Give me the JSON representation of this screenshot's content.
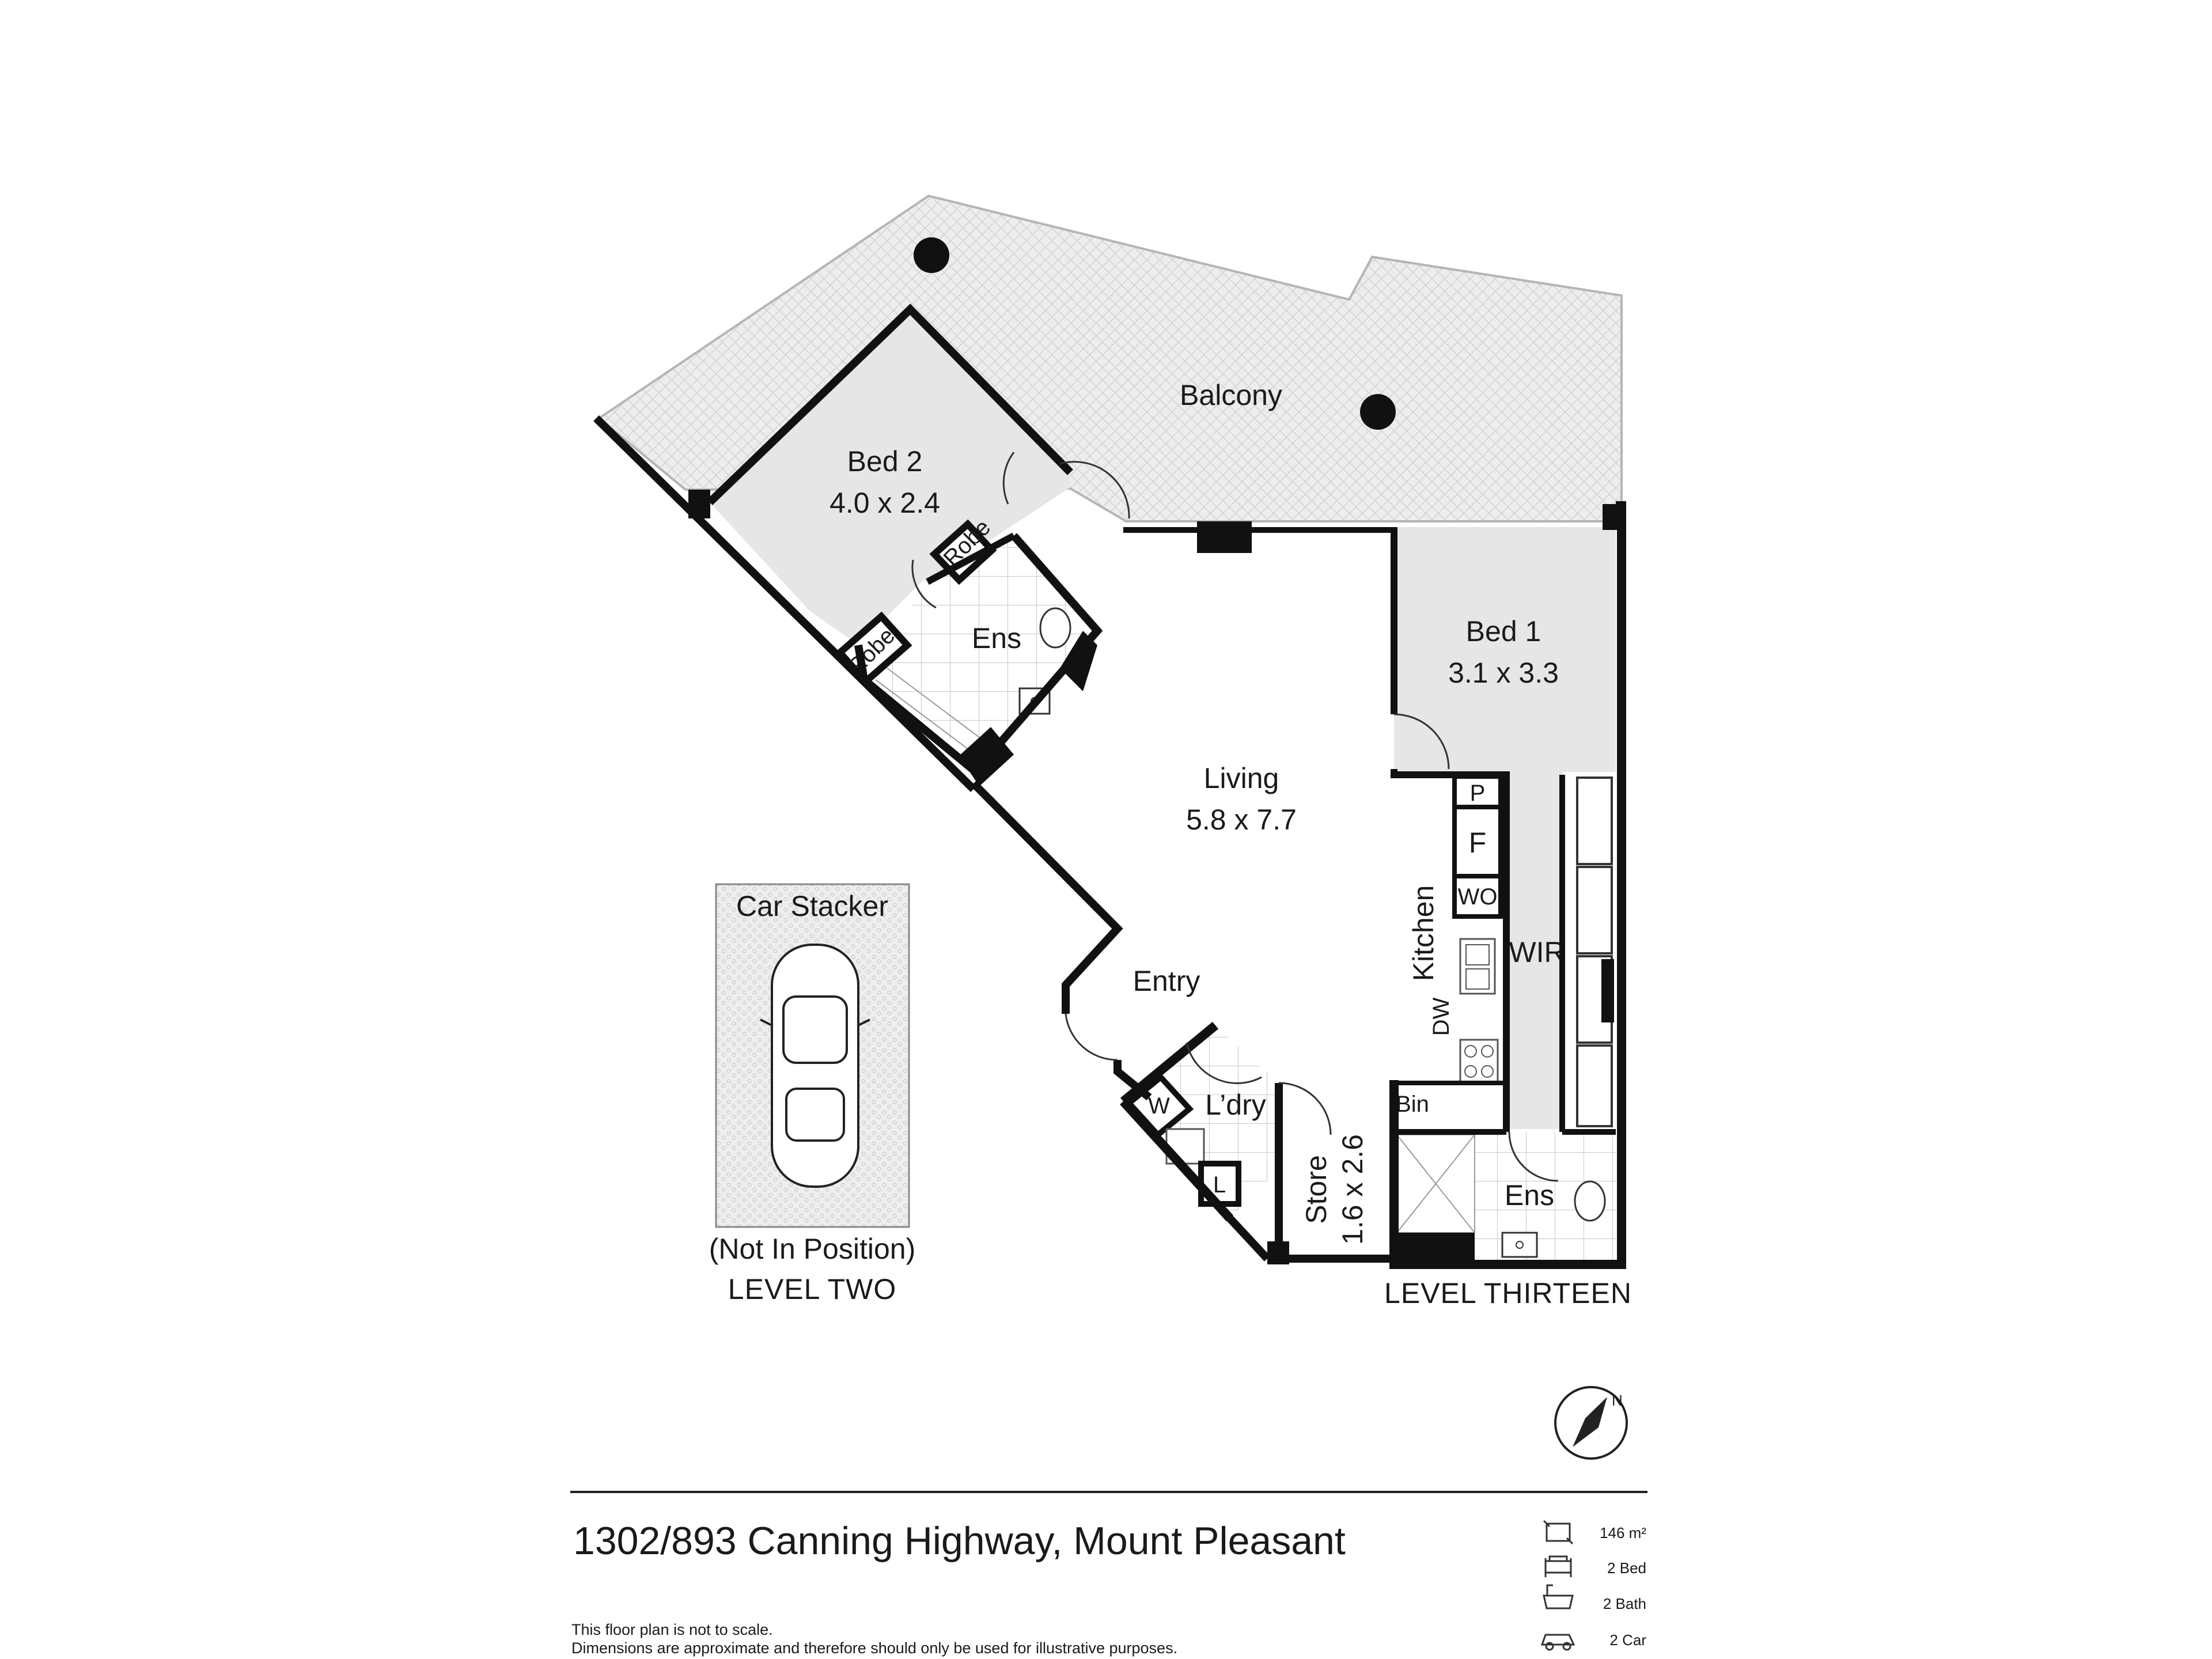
{
  "rooms": {
    "balcony": "Balcony",
    "bed2": "Bed 2",
    "bed2_size": "4.0 x 2.4",
    "robe": "Robe",
    "ensuite": "Ens",
    "living": "Living",
    "living_size": "5.8 x 7.7",
    "bed1": "Bed 1",
    "bed1_size": "3.1 x 3.3",
    "kitchen": "Kitchen",
    "wir": "WIR",
    "pantry": "P",
    "fridge": "F",
    "wall_oven": "WO",
    "dishwasher": "DW",
    "bin": "Bin",
    "entry": "Entry",
    "laundry": "L’dry",
    "washer": "W",
    "linen": "L",
    "store": "Store",
    "store_size": "1.6 x 2.6",
    "car_stacker": "Car Stacker"
  },
  "levels": {
    "car_note": "(Not In Position)",
    "level_two": "LEVEL TWO",
    "level_thirteen": "LEVEL THIRTEEN"
  },
  "compass": {
    "north": "N"
  },
  "footer": {
    "address": "1302/893 Canning Highway, Mount Pleasant",
    "disclaimer_1": "This floor plan is not to scale.",
    "disclaimer_2": "Dimensions are approximate and therefore should only be used for illustrative purposes."
  },
  "stats": {
    "area": "146 m²",
    "bed": "2 Bed",
    "bath": "2 Bath",
    "car": "2  Car"
  },
  "colors": {
    "wall": "#111111",
    "room_fill": "#e6e6e6",
    "balcony_fill": "#eeeeee",
    "tile_line": "#c8c8c8"
  }
}
